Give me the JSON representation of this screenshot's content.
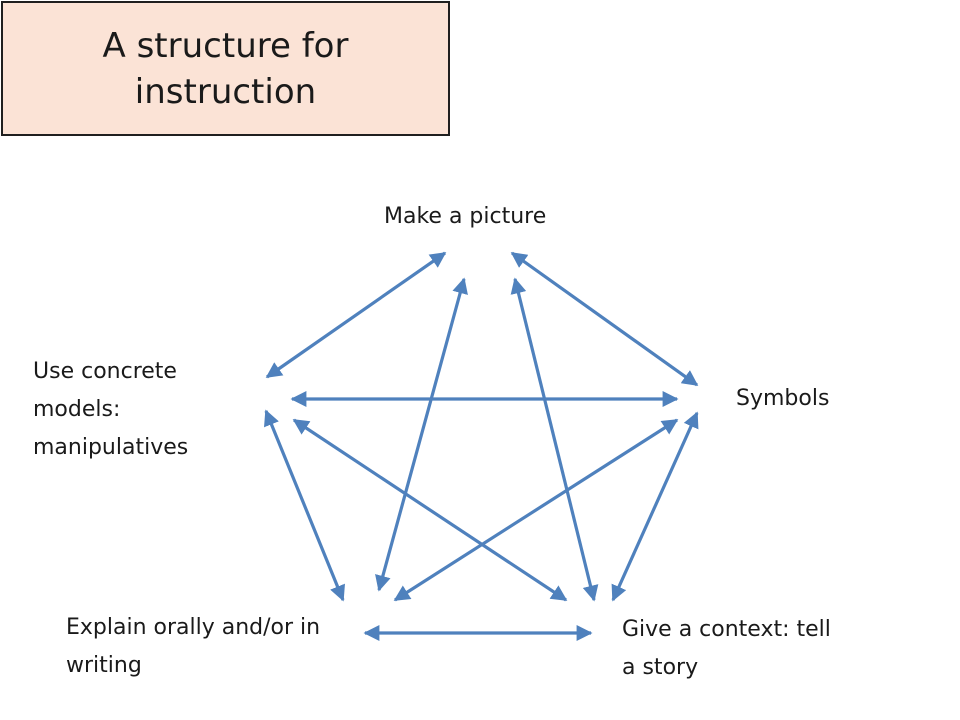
{
  "title": "A structure for instruction",
  "nodes": {
    "top": "Make a picture",
    "left": "Use concrete models: manipulatives",
    "right": "Symbols",
    "bottom_left": "Explain orally and/or in writing",
    "bottom_right": "Give a context: tell a story"
  },
  "colors": {
    "arrow": "#4f81bd",
    "title_fill": "#fbe3d6",
    "title_border": "#1f1f1f",
    "text": "#1a1a1a"
  },
  "edges": [
    {
      "from": "top",
      "to": "left",
      "direction": "both"
    },
    {
      "from": "top",
      "to": "right",
      "direction": "both"
    },
    {
      "from": "top",
      "to": "bottom_left",
      "direction": "both"
    },
    {
      "from": "top",
      "to": "bottom_right",
      "direction": "both"
    },
    {
      "from": "left",
      "to": "right",
      "direction": "both"
    },
    {
      "from": "left",
      "to": "bottom_left",
      "direction": "both"
    },
    {
      "from": "left",
      "to": "bottom_right",
      "direction": "both"
    },
    {
      "from": "right",
      "to": "bottom_left",
      "direction": "both"
    },
    {
      "from": "right",
      "to": "bottom_right",
      "direction": "both"
    },
    {
      "from": "bottom_left",
      "to": "bottom_right",
      "direction": "both"
    }
  ]
}
